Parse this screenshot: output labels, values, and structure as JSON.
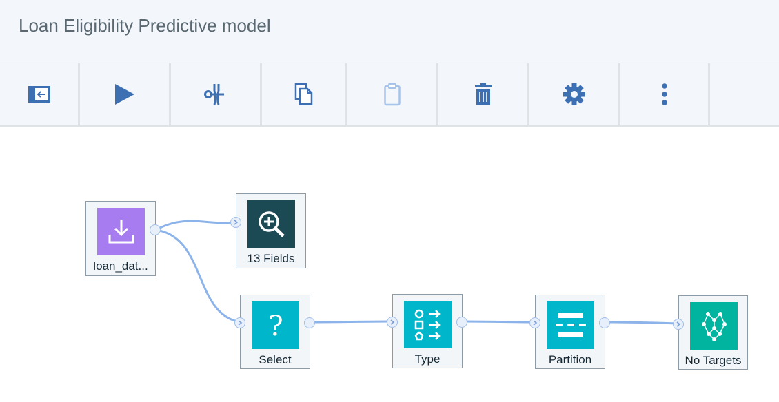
{
  "header": {
    "title": "Loan Eligibility Predictive model"
  },
  "toolbar": {
    "buttons": [
      {
        "name": "palette-toggle",
        "icon": "panel-collapse-icon"
      },
      {
        "name": "run",
        "icon": "play-icon"
      },
      {
        "name": "cut",
        "icon": "scissors-icon"
      },
      {
        "name": "copy",
        "icon": "copy-icon"
      },
      {
        "name": "paste",
        "icon": "clipboard-icon",
        "disabled": true
      },
      {
        "name": "delete",
        "icon": "trash-icon"
      },
      {
        "name": "settings",
        "icon": "gear-icon"
      },
      {
        "name": "more",
        "icon": "overflow-menu-icon"
      }
    ]
  },
  "flow": {
    "nodes": [
      {
        "id": "source",
        "label": "loan_dat...",
        "icon": "import-icon",
        "color": "#a77cf1"
      },
      {
        "id": "data-audit",
        "label": "13 Fields",
        "icon": "zoom-in-icon",
        "color": "#1b4a54"
      },
      {
        "id": "select",
        "label": "Select",
        "icon": "question-icon",
        "color": "#00b6cb"
      },
      {
        "id": "type",
        "label": "Type",
        "icon": "shapes-arrows-icon",
        "color": "#00b6cb"
      },
      {
        "id": "partition",
        "label": "Partition",
        "icon": "partition-icon",
        "color": "#00b6cb"
      },
      {
        "id": "model",
        "label": "No Targets",
        "icon": "network-icon",
        "color": "#00b4a0"
      }
    ]
  },
  "colors": {
    "link": "#8cb4ea",
    "icon_blue": "#3d70b2",
    "icon_disabled": "#a6c3ea"
  }
}
